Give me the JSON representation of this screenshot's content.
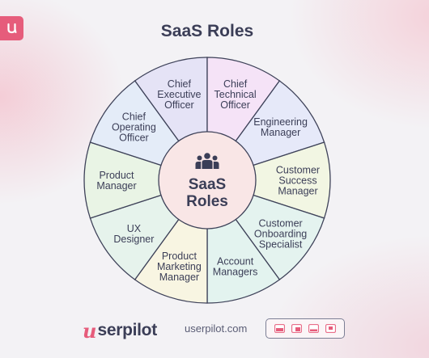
{
  "header": {
    "title": "SaaS Roles",
    "logo_glyph": "u",
    "logo_color": "#e65c7b"
  },
  "diagram": {
    "type": "role-wheel",
    "center": {
      "label_line1": "SaaS",
      "label_line2": "Roles",
      "icon": "team-icon",
      "fill": "#f9e6e6"
    },
    "segments": [
      {
        "lines": [
          "Chief",
          "Executive",
          "Officer"
        ],
        "fill": "#e5e3f6"
      },
      {
        "lines": [
          "Chief",
          "Technical",
          "Officer"
        ],
        "fill": "#f5e3f7"
      },
      {
        "lines": [
          "Engineering",
          "Manager"
        ],
        "fill": "#e6e9f9"
      },
      {
        "lines": [
          "Customer",
          "Success",
          "Manager"
        ],
        "fill": "#f2f6e3"
      },
      {
        "lines": [
          "Customer",
          "Onboarding",
          "Specialist"
        ],
        "fill": "#e4f3ef"
      },
      {
        "lines": [
          "Account",
          "Managers"
        ],
        "fill": "#e3f3ef"
      },
      {
        "lines": [
          "Product",
          "Marketing",
          "Manager"
        ],
        "fill": "#f8f5e2"
      },
      {
        "lines": [
          "UX",
          "Designer"
        ],
        "fill": "#e6f3ec"
      },
      {
        "lines": [
          "Product",
          "Manager"
        ],
        "fill": "#e9f4e5"
      },
      {
        "lines": [
          "Chief",
          "Operating",
          "Officer"
        ],
        "fill": "#e4ecf8"
      }
    ],
    "stroke_color": "#3e4259"
  },
  "footer": {
    "logo_u": "u",
    "logo_text": "serpilot",
    "url": "userpilot.com",
    "icons": [
      "window-icon",
      "window-icon",
      "window-icon",
      "window-icon"
    ]
  }
}
